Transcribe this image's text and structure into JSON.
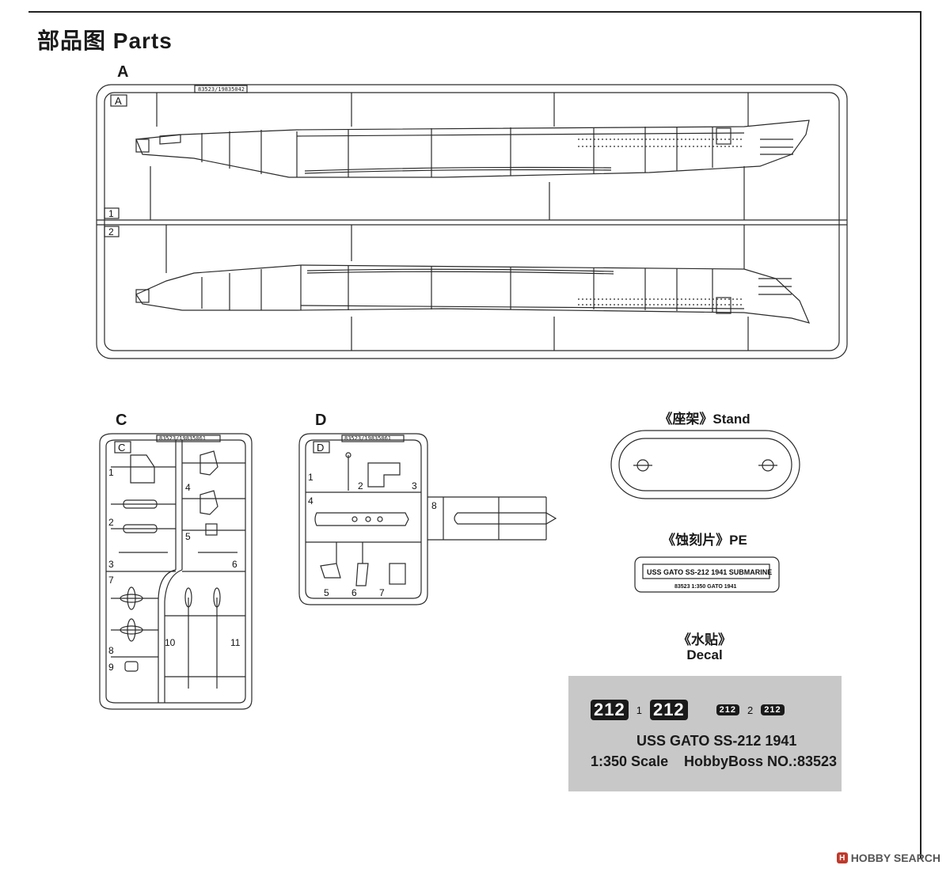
{
  "title": "部品图  Parts",
  "sprues": {
    "a": {
      "letter": "A",
      "code": "83523/19835042",
      "parts": [
        "1",
        "2"
      ]
    },
    "c": {
      "letter": "C",
      "code": "83523/19835061",
      "parts": [
        "1",
        "2",
        "3",
        "4",
        "5",
        "6",
        "7",
        "8",
        "9",
        "10",
        "11"
      ]
    },
    "d": {
      "letter": "D",
      "code": "83523/19835061",
      "parts": [
        "1",
        "2",
        "3",
        "4",
        "5",
        "6",
        "7",
        "8"
      ]
    }
  },
  "stand": {
    "label": "《座架》Stand"
  },
  "pe": {
    "label": "《蚀刻片》PE",
    "main_text": "USS GATO SS-212 1941 SUBMARINE",
    "sub_text": "83523  1:350  GATO  1941"
  },
  "decal": {
    "label_cn": "《水贴》",
    "label_en": "Decal",
    "hull_number": "212",
    "idx1": "1",
    "idx2": "2",
    "line1": "USS GATO SS-212 1941",
    "scale": "1:350 Scale",
    "maker": "HobbyBoss NO.:83523"
  },
  "watermark": {
    "text": "HOBBY SEARCH"
  }
}
